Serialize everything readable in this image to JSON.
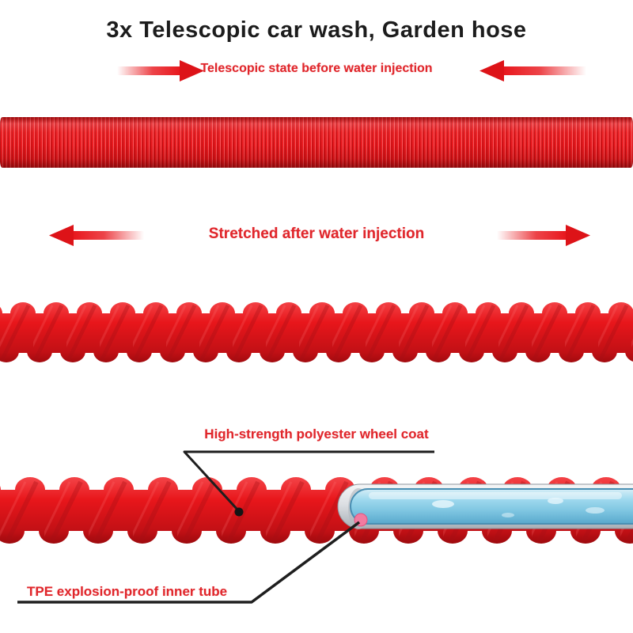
{
  "title": {
    "text": "3x Telescopic car wash, Garden hose"
  },
  "annotations": {
    "before": {
      "label": "Telescopic state before water injection"
    },
    "after": {
      "label": "Stretched after water injection"
    },
    "wheel_coat": {
      "label": "High-strength polyester wheel coat"
    },
    "inner_tube": {
      "label": "TPE explosion-proof inner tube"
    }
  },
  "colors": {
    "title_text": "#1c1c1c",
    "label_red": "#e0262b",
    "hose_red": "#e8161b",
    "hose_red_dark": "#a50d12",
    "tube_blue": "#7cc4e0",
    "tube_blue_light": "#d6eef7",
    "sheath_gray": "#c3c9cf",
    "marker_pink": "#f27ba0",
    "annotation_line": "#1e1e1e",
    "background": "#ffffff"
  }
}
